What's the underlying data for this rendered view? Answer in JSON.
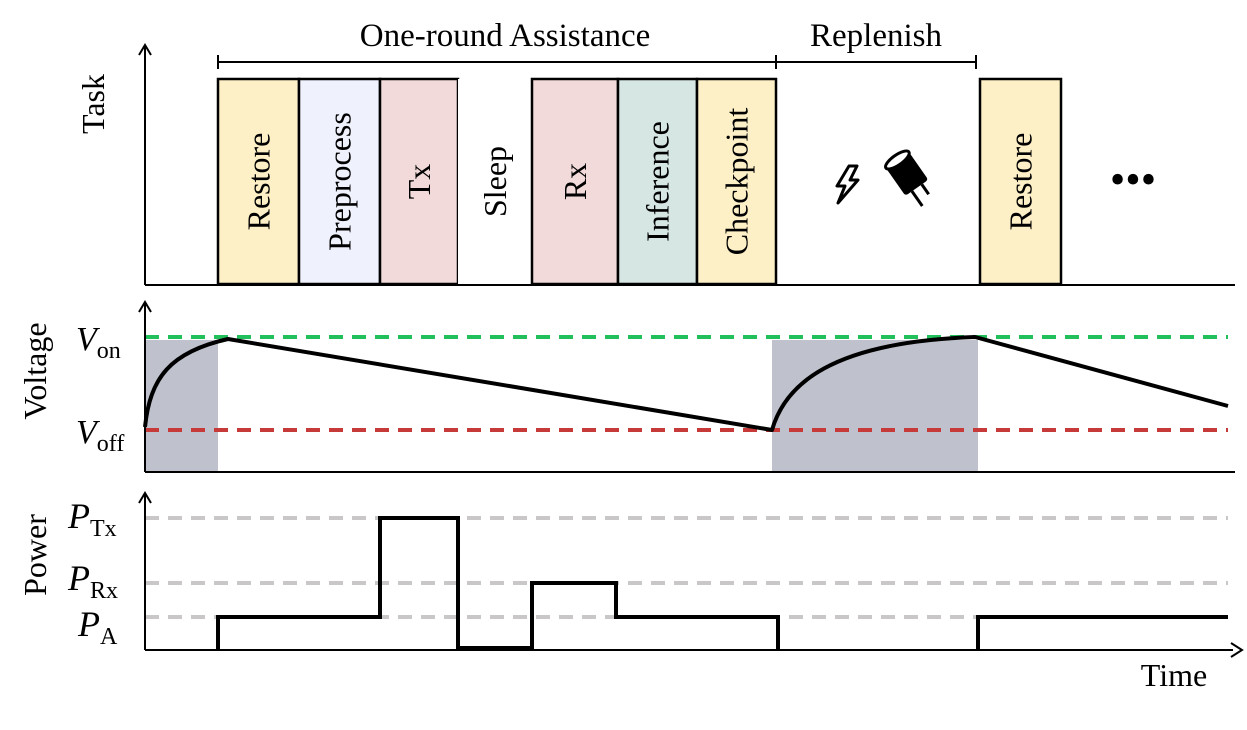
{
  "header": {
    "one_round_label": "One-round Assistance",
    "replenish_label": "Replenish"
  },
  "axes": {
    "task": "Task",
    "voltage": "Voltage",
    "power": "Power",
    "time": "Time"
  },
  "tasks": [
    {
      "label": "Restore",
      "color": "#fdf0c7"
    },
    {
      "label": "Preprocess",
      "color": "#eff1fc"
    },
    {
      "label": "Tx",
      "color": "#f2dada"
    },
    {
      "label": "Sleep",
      "color": "#ffffff"
    },
    {
      "label": "Rx",
      "color": "#f2dada"
    },
    {
      "label": "Inference",
      "color": "#d6e6e3"
    },
    {
      "label": "Checkpoint",
      "color": "#fdf0c7"
    },
    {
      "label": "Restore",
      "color": "#fdf0c7"
    }
  ],
  "ellipsis": "•••",
  "voltage": {
    "v_on": {
      "base": "V",
      "sub": "on",
      "color": "#22c05a"
    },
    "v_off": {
      "base": "V",
      "sub": "off",
      "color": "#c73a3a"
    },
    "shade_color": "#bfc1cc"
  },
  "power": {
    "p_tx": {
      "base": "P",
      "sub": "Tx"
    },
    "p_rx": {
      "base": "P",
      "sub": "Rx"
    },
    "p_a": {
      "base": "P",
      "sub": "A"
    },
    "ref_color": "#c9c7c7"
  },
  "icons": [
    "lightning-icon",
    "capacitor-icon"
  ]
}
